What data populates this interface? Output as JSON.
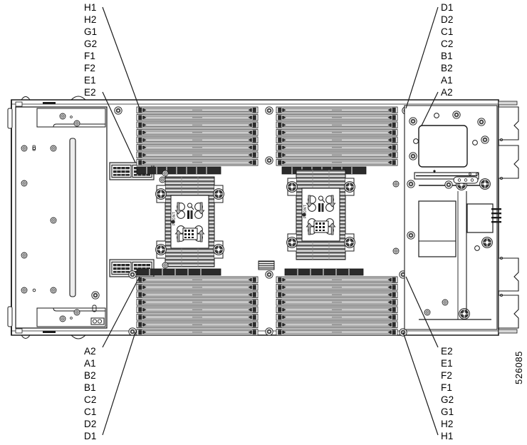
{
  "figure": {
    "number": "526085",
    "subject": "server-compute-node-system-board-dimm-layout"
  },
  "callouts": {
    "top_left": {
      "name": "processor-1-dimm-connectors-upper-left",
      "labels": [
        "H1",
        "H2",
        "G1",
        "G2",
        "F1",
        "F2",
        "E1",
        "E2"
      ]
    },
    "top_right": {
      "name": "processor-2-dimm-connectors-upper-right",
      "labels": [
        "D1",
        "D2",
        "C1",
        "C2",
        "B1",
        "B2",
        "A1",
        "A2"
      ]
    },
    "bottom_left": {
      "name": "processor-1-dimm-connectors-lower-left",
      "labels": [
        "A2",
        "A1",
        "B2",
        "B1",
        "C2",
        "C1",
        "D2",
        "D1"
      ]
    },
    "bottom_right": {
      "name": "processor-2-dimm-connectors-lower-right",
      "labels": [
        "E2",
        "E1",
        "F2",
        "F1",
        "G2",
        "G1",
        "H2",
        "H1"
      ]
    }
  },
  "board": {
    "dimm_banks": [
      {
        "name": "dimm-bank-upper-left",
        "slot_count": 8
      },
      {
        "name": "dimm-bank-upper-right",
        "slot_count": 8
      },
      {
        "name": "dimm-bank-lower-left",
        "slot_count": 8
      },
      {
        "name": "dimm-bank-lower-right",
        "slot_count": 8
      }
    ],
    "heatsinks": [
      {
        "name": "processor-1-heatsink",
        "screw_count": 4
      },
      {
        "name": "processor-2-heatsink",
        "screw_count": 4
      }
    ],
    "connector_blocks": [
      {
        "name": "front-connector-block-upper"
      },
      {
        "name": "front-connector-block-lower"
      }
    ],
    "drive_bay_panel": {
      "name": "drive-bay-panel"
    },
    "mezzanine_module": {
      "name": "mezzanine-card-module"
    },
    "expansion_module": {
      "name": "expansion-module"
    }
  },
  "colors": {
    "line": "#1a1a1a",
    "fill_light": "#f2f2f2",
    "fill_mid": "#c9c9c9",
    "fill_dark": "#5a5a5a",
    "fill_black": "#222222",
    "white": "#ffffff"
  }
}
